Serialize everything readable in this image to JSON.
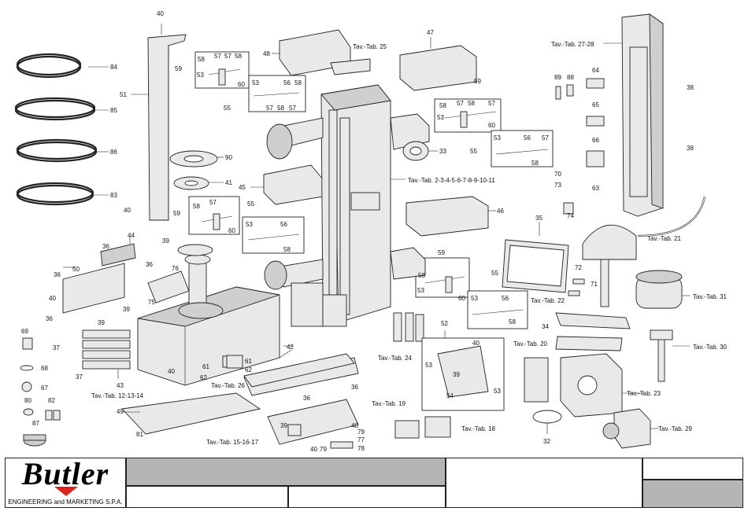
{
  "brand": {
    "name": "Butler",
    "subtitle": "ENGINEERING and MARKETING S.P.A."
  },
  "callouts": [
    {
      "id": "c84",
      "text": "84"
    },
    {
      "id": "c85",
      "text": "85"
    },
    {
      "id": "c86",
      "text": "86"
    },
    {
      "id": "c83",
      "text": "83"
    },
    {
      "id": "c40a",
      "text": "40"
    },
    {
      "id": "c51",
      "text": "51"
    },
    {
      "id": "c40b",
      "text": "40"
    },
    {
      "id": "c39a",
      "text": "39"
    },
    {
      "id": "c90",
      "text": "90"
    },
    {
      "id": "c41",
      "text": "41"
    },
    {
      "id": "c48",
      "text": "48"
    },
    {
      "id": "c45",
      "text": "45"
    },
    {
      "id": "c47",
      "text": "47"
    },
    {
      "id": "c46",
      "text": "46"
    },
    {
      "id": "c33",
      "text": "33"
    },
    {
      "id": "c35",
      "text": "35"
    },
    {
      "id": "c89",
      "text": "89"
    },
    {
      "id": "c88",
      "text": "88"
    },
    {
      "id": "c64",
      "text": "64"
    },
    {
      "id": "c65",
      "text": "65"
    },
    {
      "id": "c66",
      "text": "66"
    },
    {
      "id": "c70",
      "text": "70"
    },
    {
      "id": "c73",
      "text": "73"
    },
    {
      "id": "c63",
      "text": "63"
    },
    {
      "id": "c74",
      "text": "74"
    },
    {
      "id": "c38a",
      "text": "38"
    },
    {
      "id": "c38b",
      "text": "38"
    },
    {
      "id": "c44",
      "text": "44"
    },
    {
      "id": "c36a",
      "text": "36"
    },
    {
      "id": "c36b",
      "text": "36"
    },
    {
      "id": "c50",
      "text": "50"
    },
    {
      "id": "c36c",
      "text": "36"
    },
    {
      "id": "c40c",
      "text": "40"
    },
    {
      "id": "c36d",
      "text": "36"
    },
    {
      "id": "c39b",
      "text": "39"
    },
    {
      "id": "c76",
      "text": "76"
    },
    {
      "id": "c75",
      "text": "75"
    },
    {
      "id": "c39c",
      "text": "39"
    },
    {
      "id": "c69",
      "text": "69"
    },
    {
      "id": "c37a",
      "text": "37"
    },
    {
      "id": "c68",
      "text": "68"
    },
    {
      "id": "c37b",
      "text": "37"
    },
    {
      "id": "c43",
      "text": "43"
    },
    {
      "id": "c67",
      "text": "67"
    },
    {
      "id": "c80",
      "text": "80"
    },
    {
      "id": "c82",
      "text": "82"
    },
    {
      "id": "c87",
      "text": "87"
    },
    {
      "id": "c81",
      "text": "81"
    },
    {
      "id": "c49",
      "text": "49"
    },
    {
      "id": "c42",
      "text": "42"
    },
    {
      "id": "c40d",
      "text": "40"
    },
    {
      "id": "c61a",
      "text": "61"
    },
    {
      "id": "c62a",
      "text": "62"
    },
    {
      "id": "c61b",
      "text": "61"
    },
    {
      "id": "c62b",
      "text": "62"
    },
    {
      "id": "c36e",
      "text": "36"
    },
    {
      "id": "c36f",
      "text": "36"
    },
    {
      "id": "c39d",
      "text": "39"
    },
    {
      "id": "c40e",
      "text": "40"
    },
    {
      "id": "c79a",
      "text": "79"
    },
    {
      "id": "c77",
      "text": "77"
    },
    {
      "id": "c78",
      "text": "78"
    },
    {
      "id": "c40f",
      "text": "40"
    },
    {
      "id": "c79b",
      "text": "79"
    },
    {
      "id": "c52",
      "text": "52"
    },
    {
      "id": "c40g",
      "text": "40"
    },
    {
      "id": "c53x",
      "text": "53"
    },
    {
      "id": "c39e",
      "text": "39"
    },
    {
      "id": "c54",
      "text": "54"
    },
    {
      "id": "c53y",
      "text": "53"
    },
    {
      "id": "c34",
      "text": "34"
    },
    {
      "id": "c32",
      "text": "32"
    },
    {
      "id": "c72",
      "text": "72"
    },
    {
      "id": "c71",
      "text": "71"
    },
    {
      "id": "c59a",
      "text": "59"
    },
    {
      "id": "c59b",
      "text": "59"
    },
    {
      "id": "c59c",
      "text": "59"
    },
    {
      "id": "c59d",
      "text": "59"
    },
    {
      "id": "c55a",
      "text": "55"
    },
    {
      "id": "c55b",
      "text": "55"
    },
    {
      "id": "c55c",
      "text": "55"
    },
    {
      "id": "c55d",
      "text": "55"
    }
  ],
  "kit_labels": {
    "k53": "53",
    "k55": "55",
    "k56": "56",
    "k57": "57",
    "k58": "58",
    "k60": "60"
  },
  "table_refs": [
    {
      "id": "t25",
      "text": "Tav.-Tab. 25"
    },
    {
      "id": "t2728",
      "text": "Tav.-Tab. 27-28"
    },
    {
      "id": "t2to11",
      "text": "Tav.-Tab. 2-3-4-5-6-7-8-9-10-11"
    },
    {
      "id": "t21",
      "text": "Tav.-Tab. 21"
    },
    {
      "id": "t22",
      "text": "Tav.-Tab. 22"
    },
    {
      "id": "t31",
      "text": "Tav.-Tab. 31"
    },
    {
      "id": "t20",
      "text": "Tav.-Tab. 20"
    },
    {
      "id": "t30",
      "text": "Tav.-Tab. 30"
    },
    {
      "id": "t24",
      "text": "Tav.-Tab. 24"
    },
    {
      "id": "t23",
      "text": "Tav.-Tab. 23"
    },
    {
      "id": "t19",
      "text": "Tav.-Tab. 19"
    },
    {
      "id": "t18",
      "text": "Tav.-Tab. 18"
    },
    {
      "id": "t29",
      "text": "Tav.-Tab. 29"
    },
    {
      "id": "t26",
      "text": "Tav.-Tab. 26"
    },
    {
      "id": "t121314",
      "text": "Tav.-Tab. 12-13-14"
    },
    {
      "id": "t151617",
      "text": "Tav.-Tab. 15-16-17"
    }
  ],
  "colors": {
    "title_block_grey": "#b5b5b5",
    "logo_red": "#d7261e"
  }
}
